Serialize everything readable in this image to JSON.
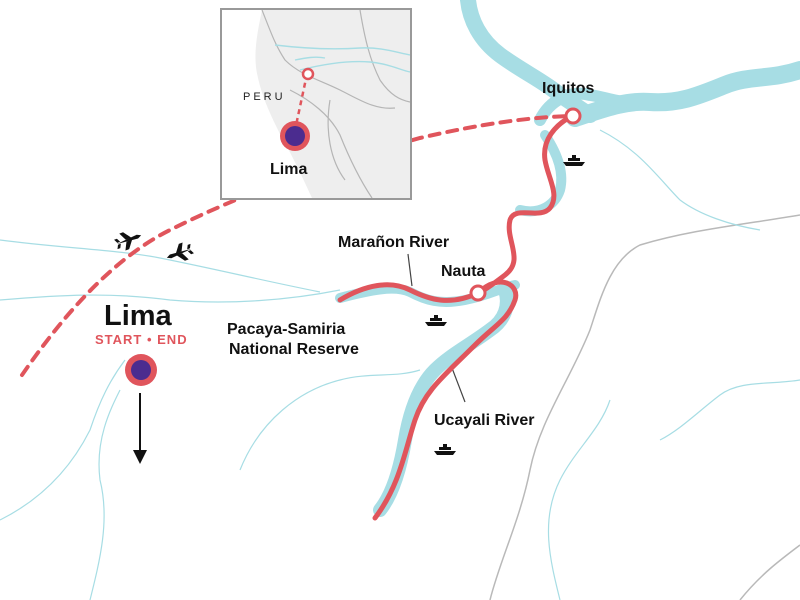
{
  "labels": {
    "iquitos": "Iquitos",
    "maranon_river": "Marañon River",
    "nauta": "Nauta",
    "pacaya_line1": "Pacaya-Samiria",
    "pacaya_line2": "National Reserve",
    "ucayali_river": "Ucayali River",
    "lima_main": "Lima",
    "start_end": "START • END",
    "inset_country": "PERU",
    "inset_lima": "Lima"
  },
  "colors": {
    "river": "#a7dde4",
    "route": "#e0555c",
    "marker_fill": "#4b2c8f",
    "border": "#b5b5b5",
    "inset_land": "#eeeeee",
    "inset_border": "#999999"
  },
  "icons": [
    "plane-icon",
    "plane-icon",
    "boat-icon",
    "boat-icon",
    "boat-icon",
    "arrow-down-icon"
  ]
}
